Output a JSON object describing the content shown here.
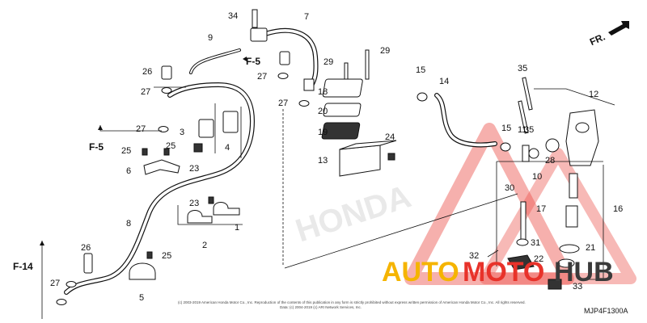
{
  "diagram": {
    "callouts": [
      "1",
      "2",
      "3",
      "4",
      "5",
      "6",
      "7",
      "8",
      "9",
      "10",
      "11",
      "12",
      "13",
      "14",
      "15",
      "15",
      "16",
      "17",
      "18",
      "19",
      "20",
      "21",
      "22",
      "23",
      "23",
      "24",
      "25",
      "25",
      "25",
      "26",
      "26",
      "27",
      "27",
      "27",
      "27",
      "27",
      "28",
      "29",
      "29",
      "30",
      "31",
      "32",
      "33",
      "34",
      "35",
      "35"
    ],
    "refs": [
      "F-5",
      "F-5",
      "F-14"
    ],
    "direction_label": "FR.",
    "diagram_code": "MJP4F1300A",
    "copyright_line1": "(c) 2003-2019 American Honda Motor Co., Inc. Reproduction of the contents of this publication in any form is strictly prohibited without express written permission of American Honda Motor Co., Inc. All rights reserved.",
    "copyright_line2": "Data: (c) 2004-2019 (c) ARI Network Services, Inc.",
    "background_logo_text": "HONDA"
  },
  "watermark": {
    "text_a": "AUTO",
    "text_b": "MOTO",
    "text_c": "HUB",
    "color_a": "#f5b400",
    "color_b": "#e8322a",
    "color_c": "#3a3a3a"
  }
}
